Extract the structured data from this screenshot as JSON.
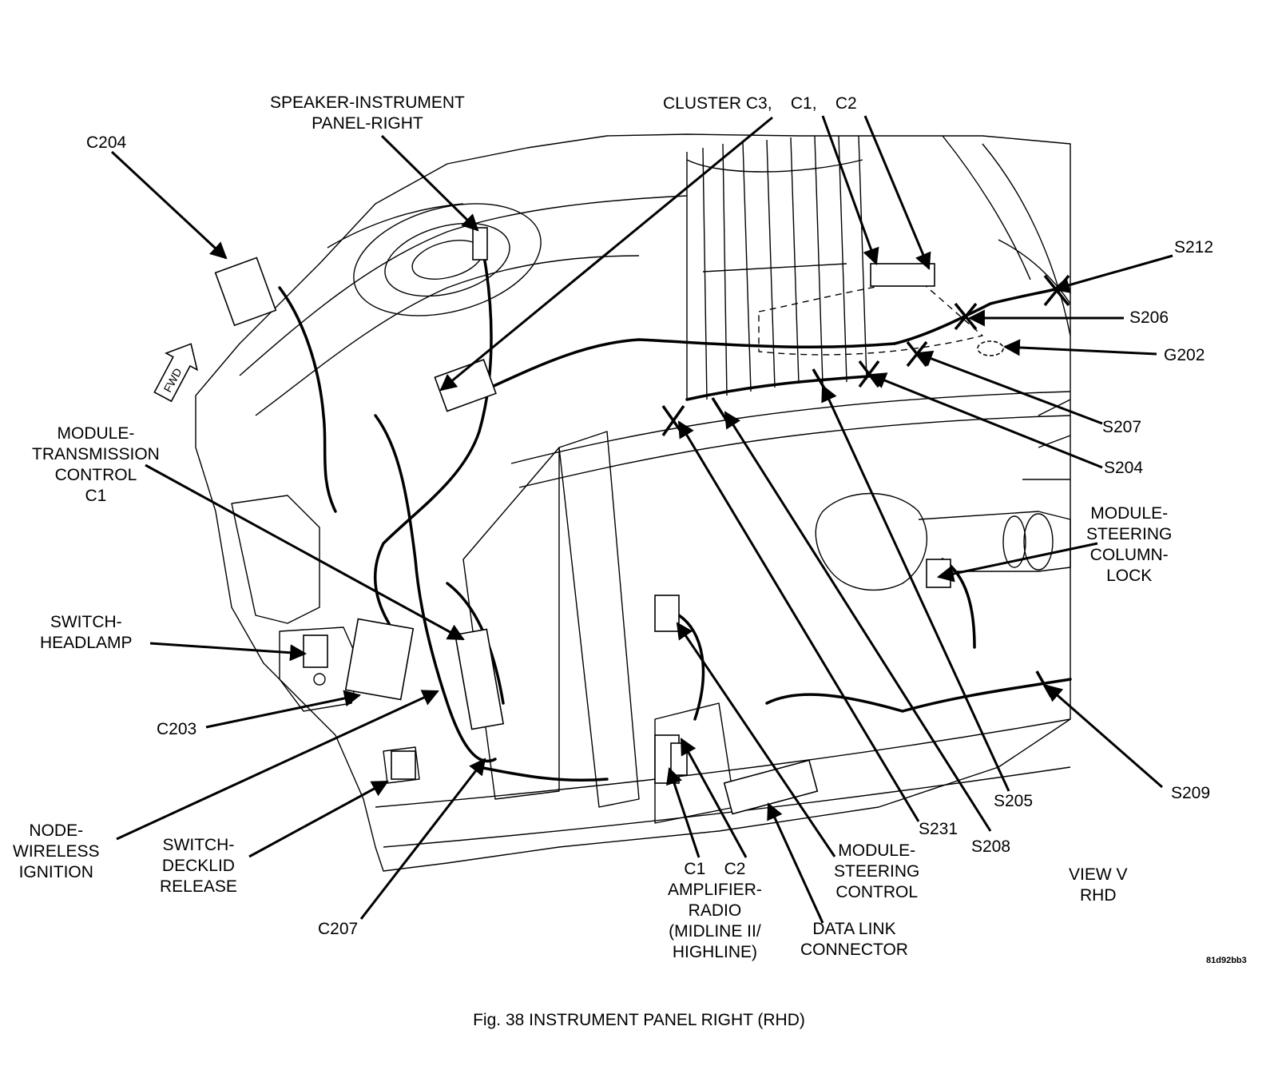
{
  "figure": {
    "caption": "Fig. 38  INSTRUMENT PANEL RIGHT (RHD)",
    "image_code": "81d92bb3",
    "view": "VIEW V\nRHD",
    "fwd_label": "FWD"
  },
  "callouts": {
    "c204": "C204",
    "speaker": "SPEAKER-INSTRUMENT\nPANEL-RIGHT",
    "cluster": "CLUSTER C3,    C1,    C2",
    "s212": "S212",
    "s206": "S206",
    "g202": "G202",
    "s207": "S207",
    "s204": "S204",
    "tcm": "MODULE-\nTRANSMISSION\nCONTROL\nC1",
    "scl": "MODULE-\nSTEERING\nCOLUMN-\nLOCK",
    "headlamp": "SWITCH-\nHEADLAMP",
    "c203": "C203",
    "s209": "S209",
    "node": "NODE-\nWIRELESS\nIGNITION",
    "decklid": "SWITCH-\nDECKLID\nRELEASE",
    "c207": "C207",
    "amp": "C1    C2\nAMPLIFIER-\nRADIO\n(MIDLINE II/\nHIGHLINE)",
    "dlc": "DATA LINK\nCONNECTOR",
    "msc": "MODULE-\nSTEERING\nCONTROL",
    "s231": "S231",
    "s208": "S208",
    "s205": "S205"
  }
}
